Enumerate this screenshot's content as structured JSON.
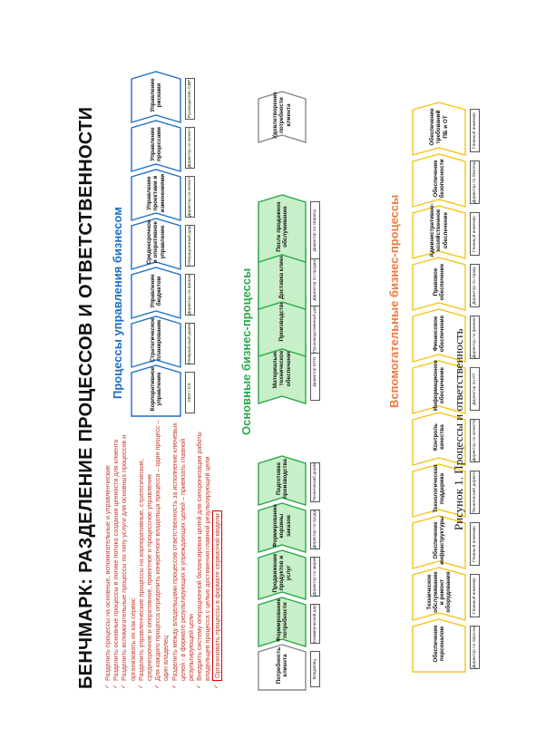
{
  "title": "БЕНЧМАРК: РАЗДЕЛЕНИЕ ПРОЦЕССОВ И ОТВЕТСТВЕННОСТИ",
  "bullets": [
    "Разделить процессы на основные, вспомогательные и управленческие",
    "Разделить основные процессы в логике потока создания ценности для клиента",
    "Разделить вспомогательные процессы по типу услуги для основных процессов и организовать их как сервис",
    "Разделить управленческие процессы на корпоративные, стратегические, среднесрочное и оперативное, проектное и процессное управление",
    "Для каждого процесса определить конкретного владельца процесса – один процесс – один владелец",
    "Разделить между владельцами процессов ответственность за исполнение ключевых целей - в формате результирующих и упреждающих целей – привязать главной результирующей цели",
    "Внедрить систему операционной балансировки целей для синхронизации работы владельцев процесса с целью достижения главной результирующей цели",
    "Организовать процессы в формате сервисной модели"
  ],
  "sections": {
    "management": "Процессы управления бизнесом",
    "core": "Основные бизнес-процессы",
    "aux": "Вспомогательные бизнес-процессы"
  },
  "management": [
    {
      "label": "Корпоративное управление",
      "owner": "CEO / CS"
    },
    {
      "label": "Стратегическое планирование",
      "owner": "Генеральный директор"
    },
    {
      "label": "Управление бюджетом",
      "owner": "Директор по финансам"
    },
    {
      "label": "Среднесрочное и оперативное управление",
      "owner": "Операционный директор"
    },
    {
      "label": "Управление проектами и изменениями",
      "owner": "Директор по качеству"
    },
    {
      "label": "Управление процессами",
      "owner": "Директор по качеству"
    },
    {
      "label": "Управление рисками",
      "owner": "Руководитель СВР"
    }
  ],
  "core": [
    {
      "label": "Формирование потребности",
      "owner": "Коммерческий директор"
    },
    {
      "label": "Продвижение продуктов и услуг",
      "owner": "Директор по маркетингу"
    },
    {
      "label": "Формирование корзины заказов",
      "owner": "Директор по продажам"
    },
    {
      "label": "Подготовка производства",
      "owner": "Технический директор"
    },
    {
      "label": "Материально-техническое обеспечение",
      "owner": "Директор МТО"
    },
    {
      "label": "Производство",
      "owner": "Производственный директор"
    },
    {
      "label": "Доставка клиенту",
      "owner": "Директор по продажам"
    },
    {
      "label": "После продажное обслуживание",
      "owner": "Директор по сервису"
    }
  ],
  "core_start": {
    "label": "Потребность клиента",
    "owner": "Владелец"
  },
  "core_end": {
    "label": "Удовлетворение потребности клиента"
  },
  "aux": [
    {
      "label": "Обеспечение персоналом",
      "owner": "Директор по персоналу"
    },
    {
      "label": "Техническое обслуживание и ремонт оборудования",
      "owner": "Главный инженер"
    },
    {
      "label": "Обеспечение инфраструктуры",
      "owner": "Главный инженер"
    },
    {
      "label": "Технологическая поддержка",
      "owner": "Технический директор"
    },
    {
      "label": "Контроль качества",
      "owner": "Директор по качеству"
    },
    {
      "label": "Информационное обеспечение",
      "owner": "Директор по ИТ"
    },
    {
      "label": "Финансовое обеспечение",
      "owner": "Директор по финансам"
    },
    {
      "label": "Правовое обеспечение",
      "owner": "Директор по праву"
    },
    {
      "label": "Административно-хозяйственное обеспечение",
      "owner": "Главный инженер"
    },
    {
      "label": "Обеспечение безопасности",
      "owner": "Директор по безопасности"
    },
    {
      "label": "Обеспечение требований ПБ и ОТ",
      "owner": "Главный инженер"
    }
  ],
  "colors": {
    "management": "#1f6fc5",
    "core": "#2aa84a",
    "core_fill": "#c8f0c8",
    "aux": "#f5c518",
    "red": "#c0392b"
  },
  "caption": "Рисунок 1. Процессы и ответственность"
}
